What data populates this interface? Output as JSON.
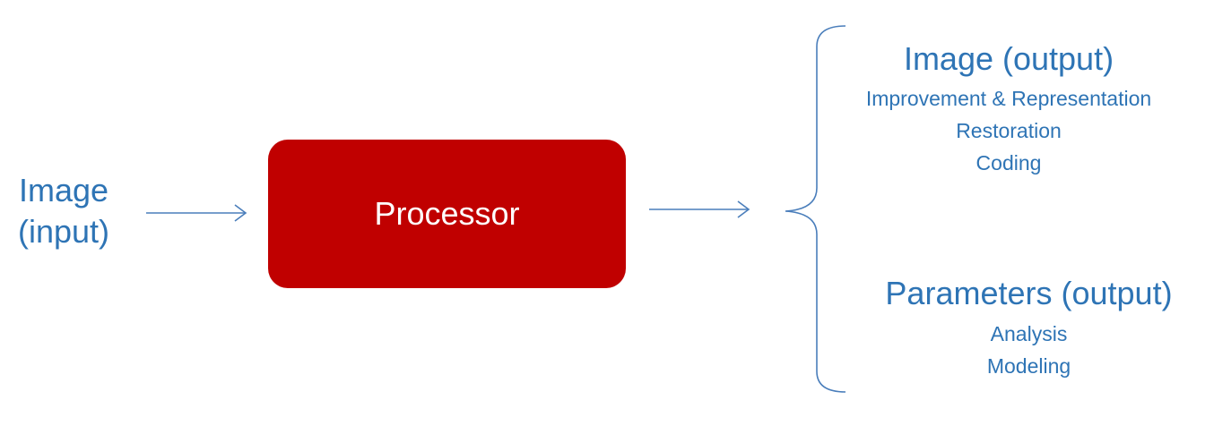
{
  "colors": {
    "text_blue": "#2E74B5",
    "arrow": "#4A7EBB",
    "processor_fill": "#C00000",
    "processor_text": "#FFFFFF"
  },
  "input": {
    "label_line1": "Image",
    "label_line2": "(input)"
  },
  "processor": {
    "label": "Processor"
  },
  "image_output": {
    "title": "Image (output)",
    "items": [
      "Improvement & Representation",
      "Restoration",
      "Coding"
    ]
  },
  "parameters_output": {
    "title": "Parameters (output)",
    "items": [
      "Analysis",
      "Modeling"
    ]
  }
}
